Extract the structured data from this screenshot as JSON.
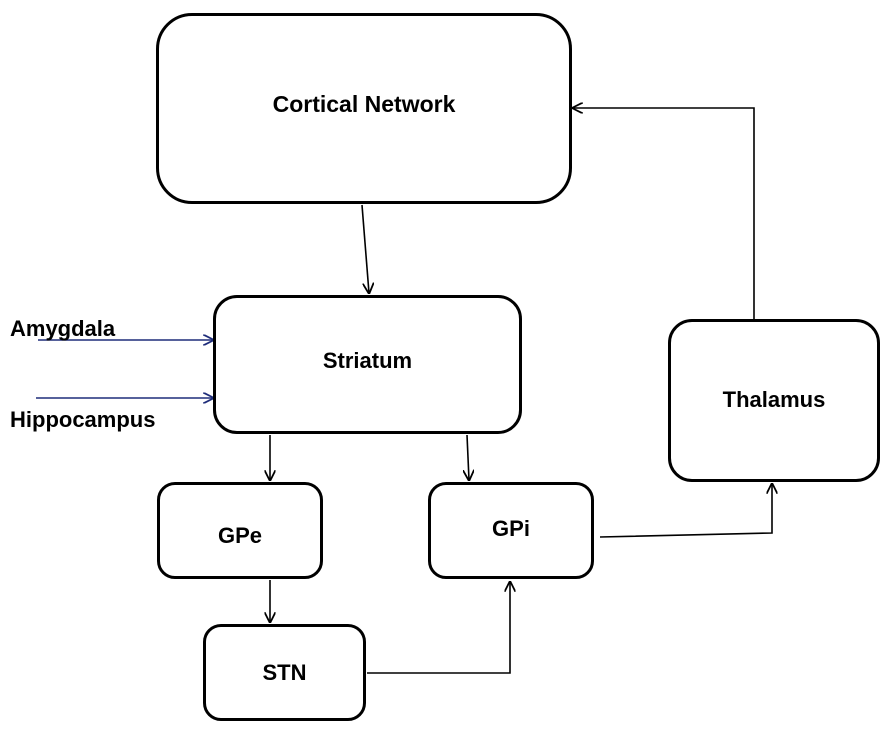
{
  "nodes": {
    "cortical_network": "Cortical Network",
    "striatum": "Striatum",
    "thalamus": "Thalamus",
    "gpe": "GPe",
    "gpi": "GPi",
    "stn": "STN"
  },
  "inputs": {
    "amygdala": "Amygdala",
    "hippocampus": "Hippocampus"
  },
  "colors": {
    "box_border": "#000000",
    "connector": "#000000",
    "input_arrow": "#1f2d7a",
    "background": "#ffffff"
  },
  "edges": [
    {
      "from": "Cortical Network",
      "to": "Striatum"
    },
    {
      "from": "Amygdala",
      "to": "Striatum"
    },
    {
      "from": "Hippocampus",
      "to": "Striatum"
    },
    {
      "from": "Striatum",
      "to": "GPe"
    },
    {
      "from": "Striatum",
      "to": "GPi"
    },
    {
      "from": "GPe",
      "to": "STN"
    },
    {
      "from": "STN",
      "to": "GPi"
    },
    {
      "from": "GPi",
      "to": "Thalamus"
    },
    {
      "from": "Thalamus",
      "to": "Cortical Network"
    }
  ]
}
